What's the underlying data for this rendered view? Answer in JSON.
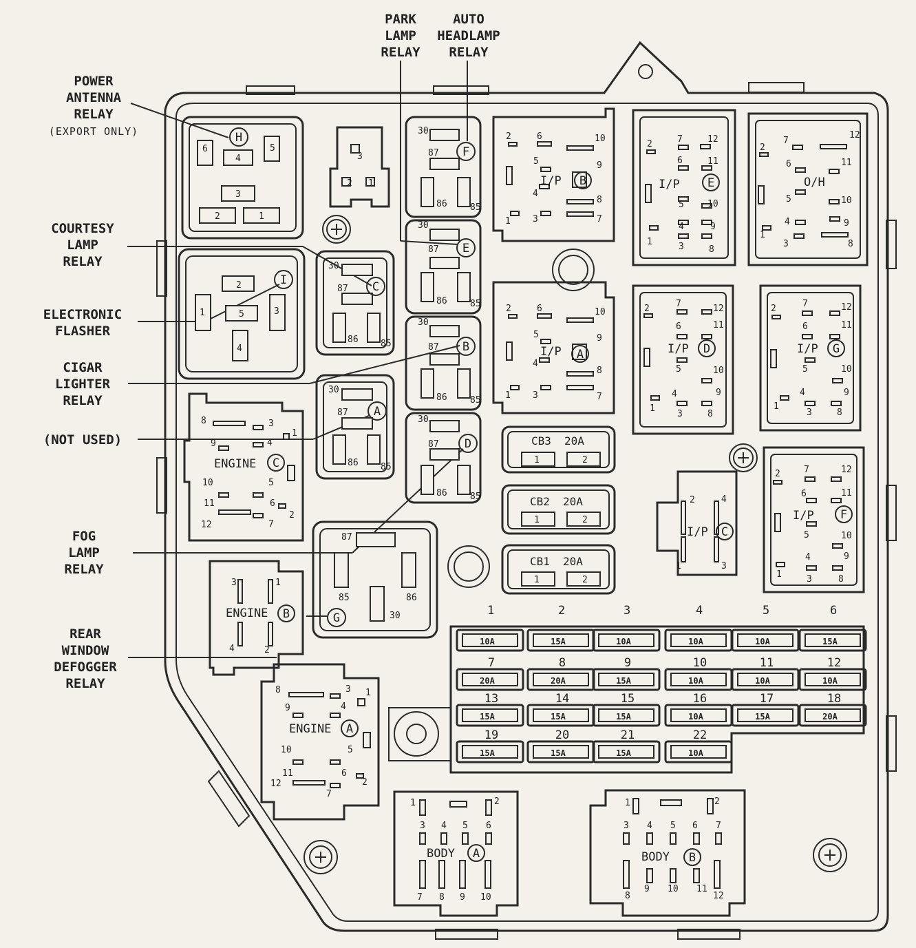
{
  "labels": {
    "park_lamp_relay": [
      "PARK",
      "LAMP",
      "RELAY"
    ],
    "auto_headlamp_relay": [
      "AUTO",
      "HEADLAMP",
      "RELAY"
    ],
    "power_antenna_relay": [
      "POWER",
      "ANTENNA",
      "RELAY"
    ],
    "export_only": "(EXPORT ONLY)",
    "courtesy_lamp_relay": [
      "COURTESY",
      "LAMP",
      "RELAY"
    ],
    "electronic_flasher": [
      "ELECTRONIC",
      "FLASHER"
    ],
    "cigar_lighter_relay": [
      "CIGAR",
      "LIGHTER",
      "RELAY"
    ],
    "not_used": "(NOT USED)",
    "fog_lamp_relay": [
      "FOG",
      "LAMP",
      "RELAY"
    ],
    "rear_window_defogger_relay": [
      "REAR",
      "WINDOW",
      "DEFOGGER",
      "RELAY"
    ]
  },
  "relay_letters": {
    "H": "H",
    "I": "I",
    "C": "C",
    "A": "A",
    "F": "F",
    "E": "E",
    "B": "B",
    "D": "D",
    "G": "G"
  },
  "connectors": {
    "ip_b": "I/P",
    "ip_e": "I/P",
    "oh": "O/H",
    "ip_a": "I/P",
    "ip_d": "I/P",
    "ip_g": "I/P",
    "ip_c": "I/P",
    "ip_f": "I/P",
    "engine_c": "ENGINE",
    "engine_b": "ENGINE",
    "engine_a": "ENGINE",
    "body_a": "BODY",
    "body_b": "BODY"
  },
  "circuit_breakers": [
    {
      "name": "CB3",
      "rating": "20A"
    },
    {
      "name": "CB2",
      "rating": "20A"
    },
    {
      "name": "CB1",
      "rating": "20A"
    }
  ],
  "fuse_columns": [
    "1",
    "2",
    "3",
    "4",
    "5",
    "6"
  ],
  "fuses": [
    {
      "num": "",
      "amp": "10A"
    },
    {
      "num": "",
      "amp": "15A"
    },
    {
      "num": "",
      "amp": "10A"
    },
    {
      "num": "",
      "amp": "10A"
    },
    {
      "num": "",
      "amp": "10A"
    },
    {
      "num": "",
      "amp": "15A"
    },
    {
      "num": "7",
      "amp": "20A"
    },
    {
      "num": "8",
      "amp": "20A"
    },
    {
      "num": "9",
      "amp": "15A"
    },
    {
      "num": "10",
      "amp": "10A"
    },
    {
      "num": "11",
      "amp": "10A"
    },
    {
      "num": "12",
      "amp": "10A"
    },
    {
      "num": "13",
      "amp": "15A"
    },
    {
      "num": "14",
      "amp": "15A"
    },
    {
      "num": "15",
      "amp": "15A"
    },
    {
      "num": "16",
      "amp": "10A"
    },
    {
      "num": "17",
      "amp": "15A"
    },
    {
      "num": "18",
      "amp": "20A"
    },
    {
      "num": "19",
      "amp": "15A"
    },
    {
      "num": "20",
      "amp": "15A"
    },
    {
      "num": "21",
      "amp": "15A"
    },
    {
      "num": "22",
      "amp": "10A"
    }
  ],
  "relay_pins": {
    "p30": "30",
    "p87": "87",
    "p86": "86",
    "p85": "85"
  }
}
